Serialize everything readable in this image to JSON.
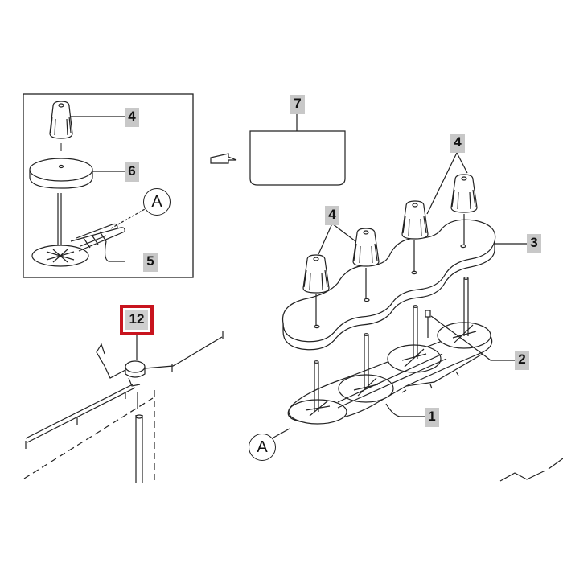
{
  "diagram": {
    "type": "exploded-parts-diagram",
    "subject": "spool stand assembly",
    "callouts": [
      {
        "id": "c4-inset",
        "label": "4",
        "part": "spool cap"
      },
      {
        "id": "c6-inset",
        "label": "6",
        "part": "spool felt disc"
      },
      {
        "id": "c5-inset",
        "label": "5",
        "part": "spool pin base"
      },
      {
        "id": "c7",
        "label": "7",
        "part": "blank box"
      },
      {
        "id": "c4-right-a",
        "label": "4",
        "part": "spool caps (front pair)"
      },
      {
        "id": "c4-right-b",
        "label": "4",
        "part": "spool caps (rear pair)"
      },
      {
        "id": "c3",
        "label": "3",
        "part": "spool base plate"
      },
      {
        "id": "c2",
        "label": "2",
        "part": "screw"
      },
      {
        "id": "c1",
        "label": "1",
        "part": "spool stand base"
      },
      {
        "id": "c12",
        "label": "12",
        "part": "thread guide",
        "highlighted": true
      }
    ],
    "detail_markers": [
      {
        "id": "A-inset",
        "label": "A"
      },
      {
        "id": "A-main",
        "label": "A"
      }
    ],
    "colors": {
      "label_bg": "#c8c8c8",
      "highlight_border": "#c8141e",
      "line": "#222222"
    }
  }
}
